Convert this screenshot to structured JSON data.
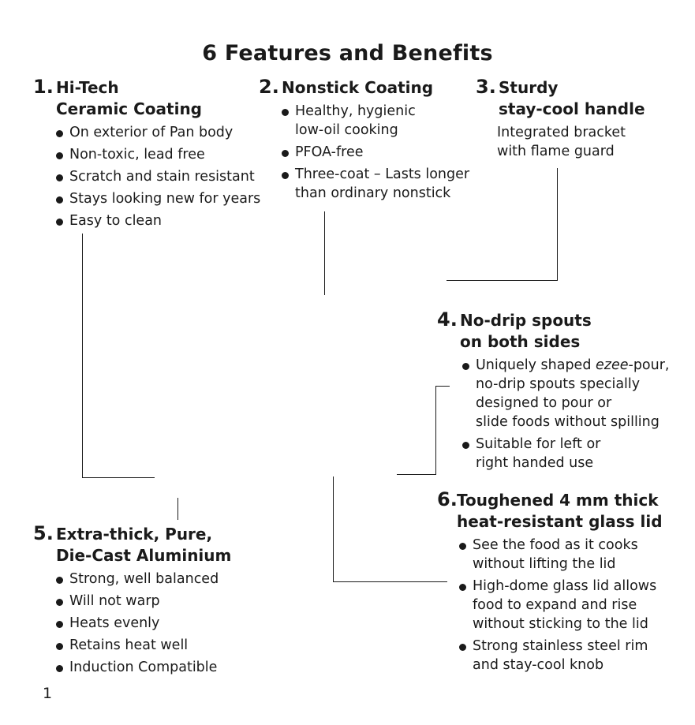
{
  "title": "6 Features and Benefits",
  "features": [
    {
      "num": "1.",
      "heading_line1": "Hi-Tech",
      "heading_line2": "Ceramic Coating",
      "bullets": [
        "On exterior of Pan body",
        "Non-toxic, lead free",
        "Scratch and stain resistant",
        "Stays looking new for years",
        "Easy to clean"
      ]
    },
    {
      "num": "2.",
      "heading_line1": "Nonstick Coating",
      "bullets": [
        "Healthy, hygienic\nlow-oil cooking",
        "PFOA-free",
        "Three-coat – Lasts longer\nthan ordinary nonstick"
      ]
    },
    {
      "num": "3.",
      "heading_line1": "Sturdy",
      "heading_line2": "stay-cool handle",
      "description": "Integrated bracket\nwith flame guard"
    },
    {
      "num": "4.",
      "heading_line1": "No-drip spouts",
      "heading_line2": "on both sides",
      "bullets": [
        "Uniquely shaped ezee-pour,\nno-drip spouts specially\ndesigned to pour or\nslide foods without spilling",
        "Suitable for left or\nright handed use"
      ]
    },
    {
      "num": "5.",
      "heading_line1": "Extra-thick, Pure,",
      "heading_line2": "Die-Cast Aluminium",
      "bullets": [
        "Strong, well balanced",
        "Will not warp",
        "Heats evenly",
        "Retains heat well",
        "Induction Compatible"
      ]
    },
    {
      "num": "6.",
      "heading_line1": "Toughened 4 mm thick",
      "heading_line2": "heat-resistant glass lid",
      "bullets": [
        "See the food as it cooks\nwithout lifting the lid",
        "High-dome glass lid allows\nfood to expand and rise\nwithout sticking to the lid",
        "Strong stainless steel rim\nand stay-cool knob"
      ]
    }
  ],
  "page_number": "1"
}
